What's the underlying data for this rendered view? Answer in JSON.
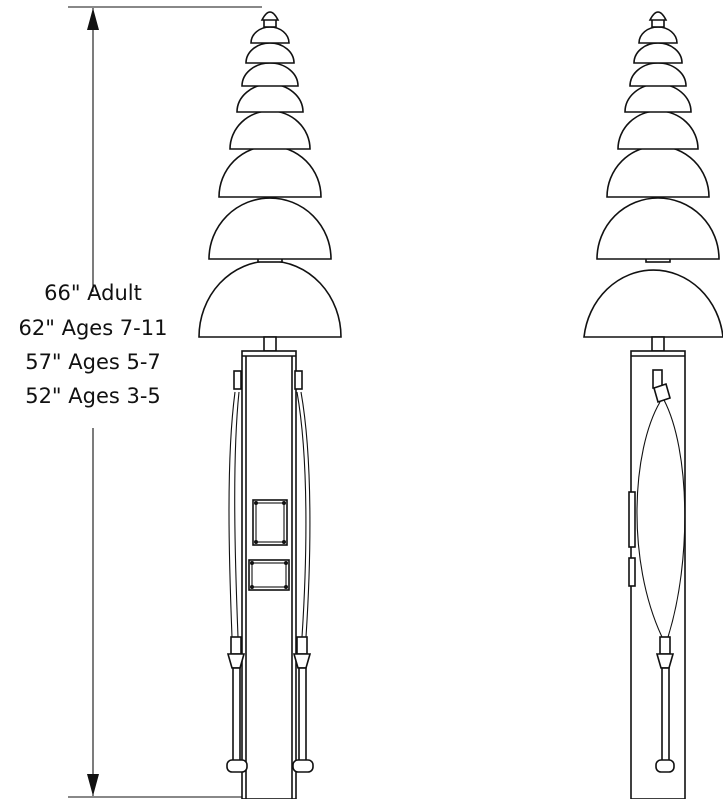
{
  "dimension": {
    "labels": [
      "66\" Adult",
      "62\" Ages 7-11",
      "57\" Ages 5-7",
      "52\" Ages 3-5"
    ]
  }
}
